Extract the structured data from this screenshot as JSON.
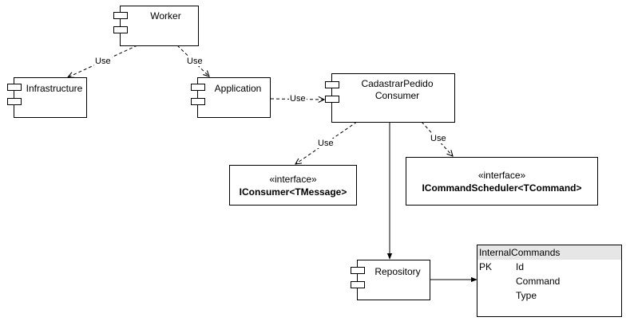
{
  "components": {
    "worker": "Worker",
    "infrastructure": "Infrastructure",
    "application": "Application",
    "consumer_line1": "CadastrarPedido",
    "consumer_line2": "Consumer",
    "repository": "Repository"
  },
  "interfaces": {
    "iconsumer": {
      "stereotype": "«interface»",
      "name": "IConsumer<TMessage>"
    },
    "ischeduler": {
      "stereotype": "«interface»",
      "name": "ICommandScheduler<TCommand>"
    }
  },
  "edges": {
    "worker_infrastructure": "Use",
    "worker_application": "Use",
    "application_consumer": "Use",
    "consumer_iconsumer": "Use",
    "consumer_ischeduler": "Use"
  },
  "table": {
    "title": "InternalCommands",
    "rows": [
      {
        "key": "PK",
        "field": "Id"
      },
      {
        "key": "",
        "field": "Command"
      },
      {
        "key": "",
        "field": "Type"
      }
    ]
  }
}
